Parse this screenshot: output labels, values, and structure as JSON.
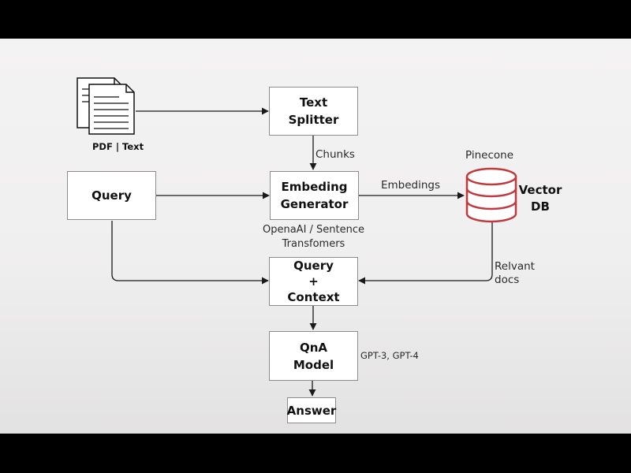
{
  "diagram": {
    "input_label": "PDF | Text",
    "nodes": {
      "text_splitter": "Text Splitter",
      "query": "Query",
      "embedding_generator": "Embeding Generator",
      "query_context": [
        "Query",
        "+",
        "Context"
      ],
      "qna_model": "QnA Model",
      "answer": "Answer"
    },
    "vector_db": {
      "provider": "Pinecone",
      "name": "Vector DB"
    },
    "edge_labels": {
      "chunks": "Chunks",
      "embeddings": "Embedings",
      "relevant_docs": "Relvant docs"
    },
    "annotations": {
      "embedding_models": "OpenaAI / Sentence Transfomers",
      "llm_models": "GPT-3, GPT-4"
    }
  },
  "colors": {
    "database": "#c0393b",
    "line": "#1a1a1a",
    "box_border": "#8c8c8c"
  }
}
